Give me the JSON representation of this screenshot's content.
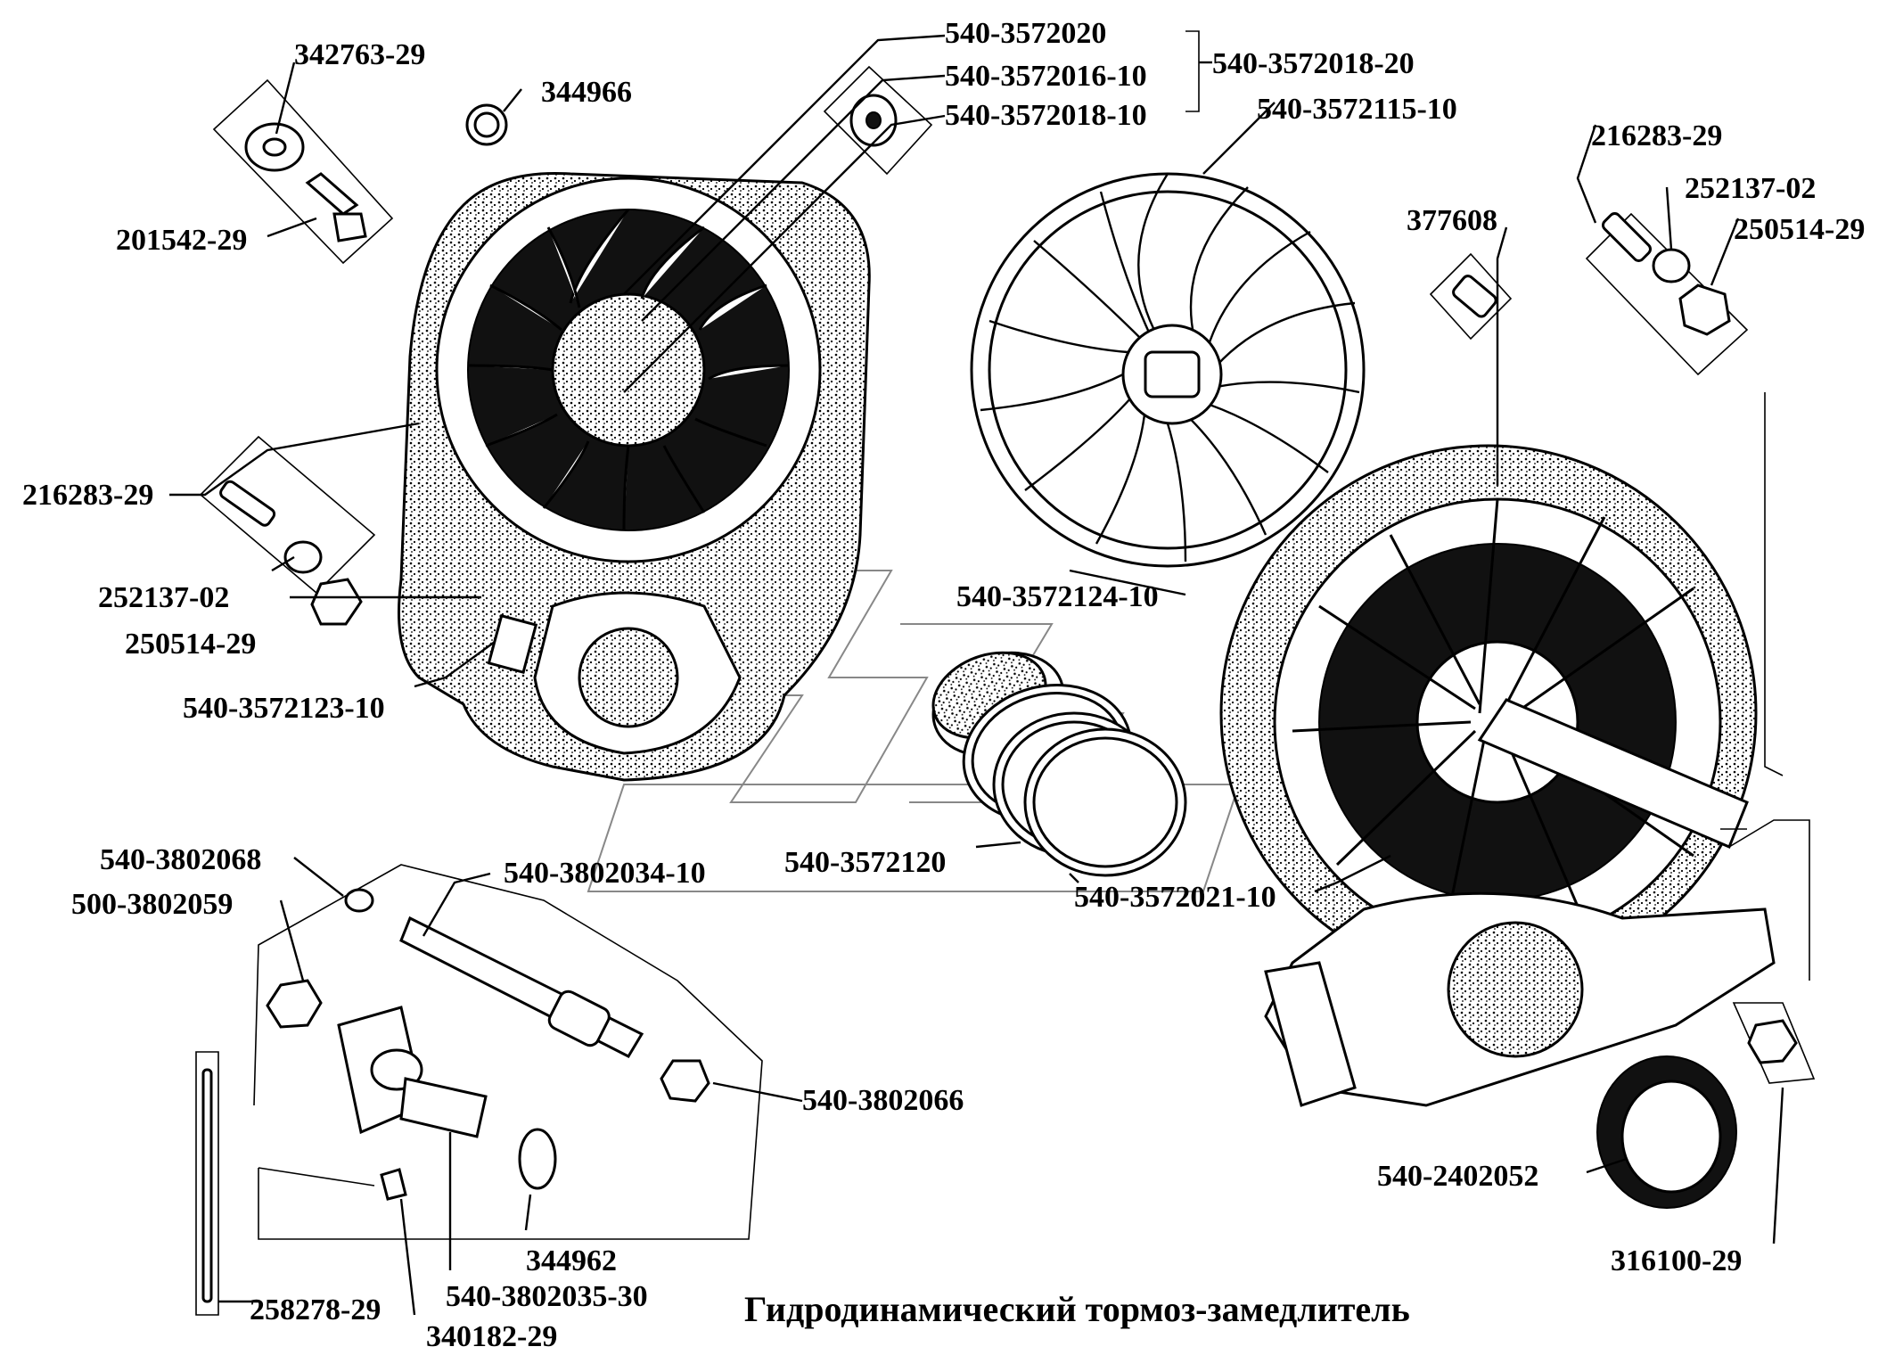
{
  "title": "Гидродинамический тормоз-замедлитель",
  "labels": {
    "l_342763_29": "342763-29",
    "l_344966": "344966",
    "l_201542_29": "201542-29",
    "l_540_3572020": "540-3572020",
    "l_540_3572016_10": "540-3572016-10",
    "l_540_3572018_20": "540-3572018-20",
    "l_540_3572018_10": "540-3572018-10",
    "l_540_3572115_10": "540-3572115-10",
    "l_216283_29_right": "216283-29",
    "l_252137_02_right": "252137-02",
    "l_250514_29_right": "250514-29",
    "l_377608": "377608",
    "l_216283_29_left": "216283-29",
    "l_252137_02_left": "252137-02",
    "l_250514_29_left": "250514-29",
    "l_540_3572123_10": "540-3572123-10",
    "l_540_3572124_10": "540-3572124-10",
    "l_540_3802068": "540-3802068",
    "l_500_3802059": "500-3802059",
    "l_540_3802034_10": "540-3802034-10",
    "l_540_3572120": "540-3572120",
    "l_540_3572021_10": "540-3572021-10",
    "l_540_3802066": "540-3802066",
    "l_540_2402052": "540-2402052",
    "l_344962": "344962",
    "l_540_3802035_30": "540-3802035-30",
    "l_258278_29": "258278-29",
    "l_340182_29": "340182-29",
    "l_316100_29": "316100-29"
  },
  "colors": {
    "ink": "#000000",
    "paper": "#ffffff",
    "watermark": "#888888"
  }
}
